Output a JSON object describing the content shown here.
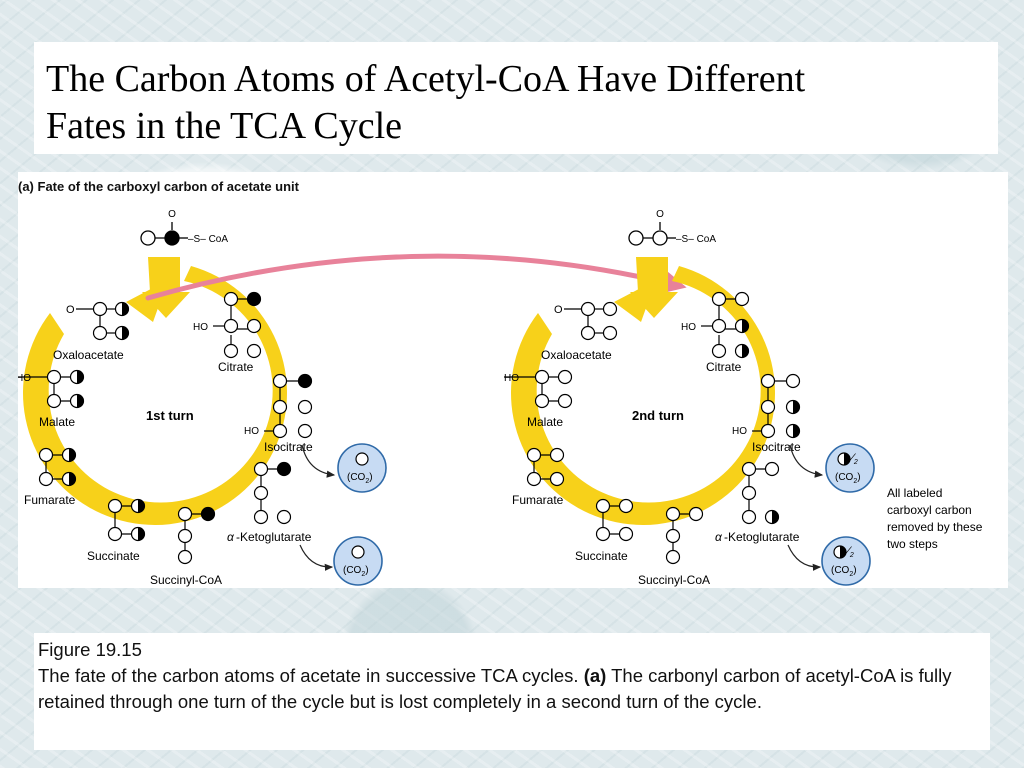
{
  "slide": {
    "title_line1": "The Carbon Atoms of Acetyl-CoA Have Different",
    "title_line2": "Fates in the TCA Cycle"
  },
  "figure": {
    "panel_label": "(a) Fate of the carboxyl carbon of acetate unit",
    "acetyl": {
      "oxygen": "O",
      "coa": "–S– CoA"
    },
    "turn1": "1st turn",
    "turn2": "2nd turn",
    "metabolites": {
      "oxaloacetate": "Oxaloacetate",
      "citrate": "Citrate",
      "isocitrate": "Isocitrate",
      "ketoglutarate": "-Ketoglutarate",
      "alpha": "α",
      "succinyl_coa": "Succinyl-CoA",
      "succinate": "Succinate",
      "fumarate": "Fumarate",
      "malate": "Malate"
    },
    "groups": {
      "ho": "HO",
      "o": "O"
    },
    "co2": "(CO",
    "co2_sub": "2",
    "co2_close": ")",
    "half": "⁄",
    "half_sub": "2",
    "side_note": [
      "All labeled",
      "carboxyl carbon",
      "removed by these",
      "two steps"
    ],
    "colors": {
      "arrow": "#f7d11a",
      "transfer": "#e8829a",
      "co2_fill": "#c7dbf3",
      "co2_stroke": "#2f6aa8"
    }
  },
  "caption": {
    "figure_number": "Figure 19.15",
    "text_part1": "The fate of the carbon atoms of acetate in successive TCA cycles. ",
    "label_a": "(a)",
    "text_part2": " The carbonyl carbon of acetyl-CoA is fully retained through one turn of the cycle but is lost completely in a second turn of the cycle."
  }
}
